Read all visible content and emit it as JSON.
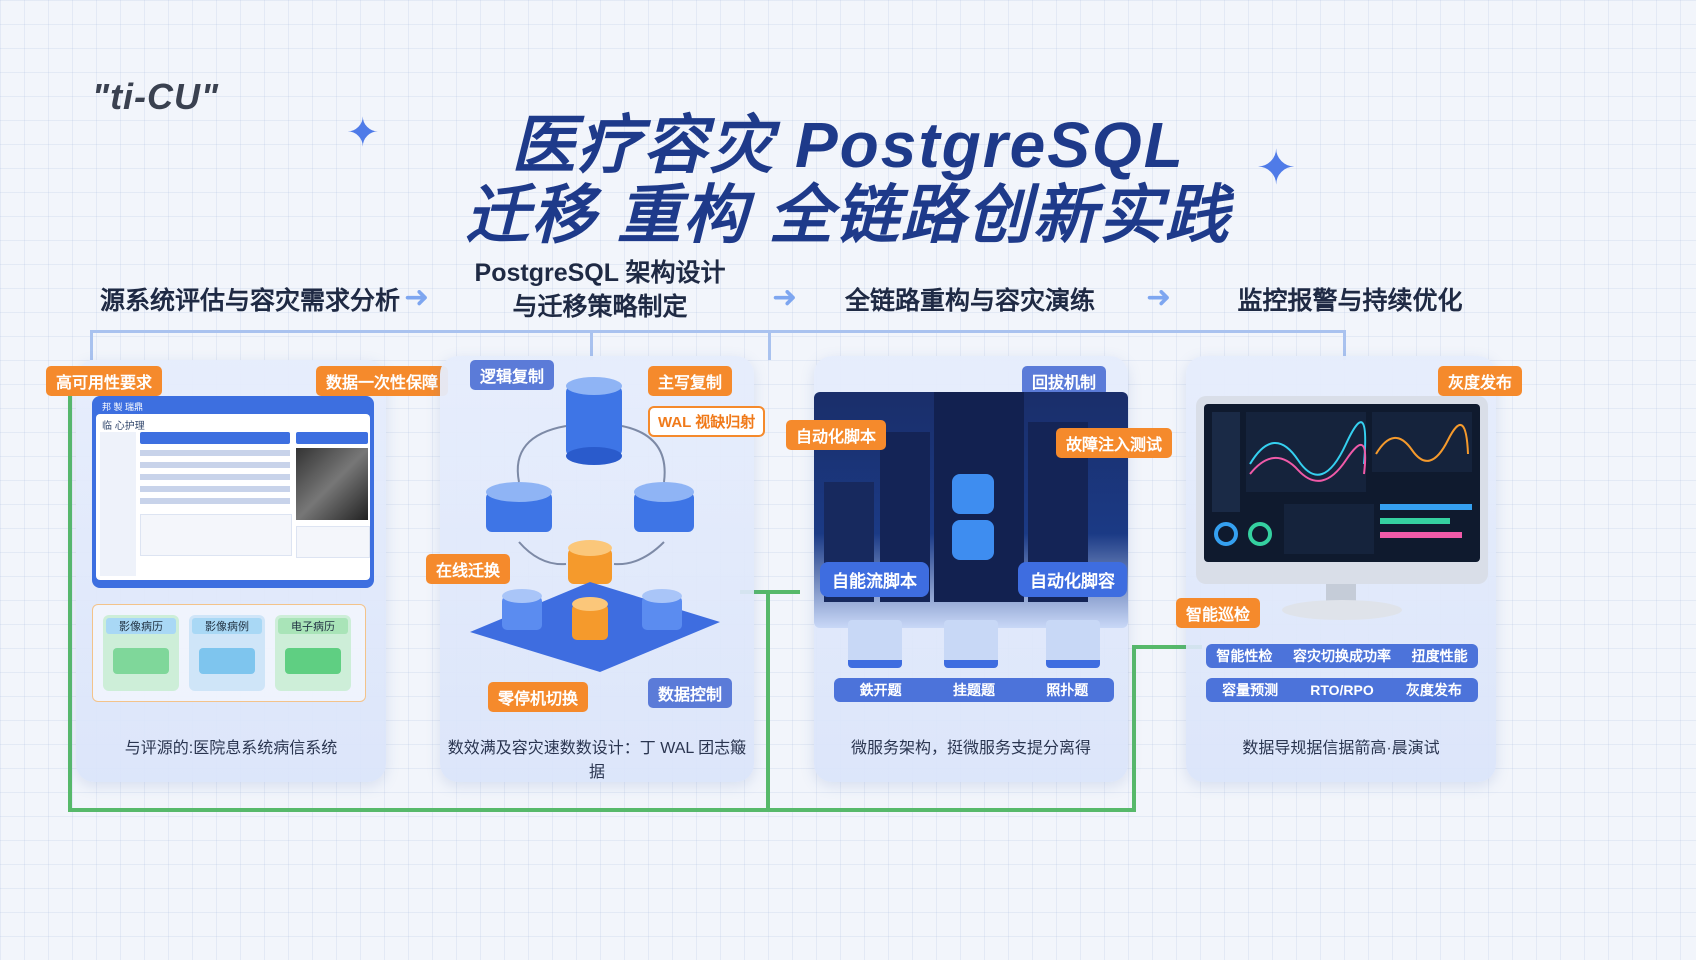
{
  "logo": "\"ti-CU\"",
  "title": {
    "line1": "医疗容灾 PostgreSQL",
    "line2": "迁移 重构  全链路创新实践"
  },
  "stages": [
    {
      "title": "源系统评估与容灾需求分析"
    },
    {
      "title_line1": "PostgreSQL 架构设计",
      "title_line2": "与迁移策略制定"
    },
    {
      "title": "全链路重构与容灾演练"
    },
    {
      "title": "监控报警与持续优化"
    }
  ],
  "panel1": {
    "tags": [
      "高可用性要求",
      "数据一次性保障"
    ],
    "window_title": "邦 製 瑞鼎",
    "window_sub": "临 心护理",
    "modules": [
      "影像病历",
      "影像病例",
      "电子病历"
    ],
    "caption": "与评源的:医院息系统病信系统"
  },
  "panel2": {
    "tags": [
      "逻辑复制",
      "主写复制",
      "WAL 视缺归射",
      "在线迁换",
      "零停机切换",
      "数据控制"
    ],
    "caption": "数效满及容灾速数数设计：丁 WAL 团志簸据"
  },
  "panel3": {
    "tags": [
      "回拔机制",
      "自动化脚本",
      "故障注入测试",
      "自能流脚本",
      "自动化脚容"
    ],
    "bottom_labels": [
      "鉄开题",
      "挂题题",
      "照扑题"
    ],
    "caption": "微服务架构，挺微服务支提分离得"
  },
  "panel4": {
    "tags": [
      "灰度发布",
      "智能巡检"
    ],
    "metrics_row1": [
      "智能性检",
      "容灾切换成功率",
      "扭度性能"
    ],
    "metrics_row2": [
      "容量预测",
      "RTO/RPO",
      "灰度发布"
    ],
    "caption": "数据导规据信据箭高·晨演试"
  },
  "colors": {
    "accent": "#3e6de0",
    "orange": "#f58a2c",
    "green": "#57b96a",
    "navy": "#1e3a8a"
  },
  "icons": [
    "sparkle-icon",
    "arrow-right-icon",
    "database-icon",
    "server-icon",
    "monitor-icon"
  ]
}
